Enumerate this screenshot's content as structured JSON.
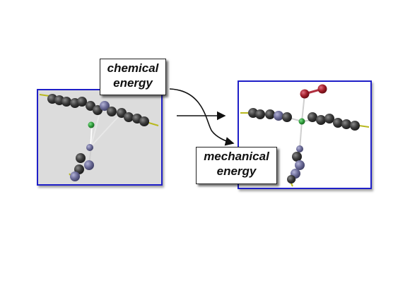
{
  "labels": {
    "chemical": {
      "line1": "chemical",
      "line2": "energy"
    },
    "mechanical": {
      "line1": "mechanical",
      "line2": "energy"
    }
  },
  "colors": {
    "panel_border": "#1f1fc8",
    "left_panel_bg": "#dcdcdc",
    "right_panel_bg": "#ffffff",
    "carbon": "#3a3a3a",
    "nitrogen": "#6a6a96",
    "metal": "#2e9a3a",
    "oxygen": "#a01c28",
    "hydrogen_stub": "#b8b81e"
  },
  "icons": {
    "left": "molecule-model-before",
    "right": "molecule-model-after-with-o2",
    "connector": "arrow-icon"
  }
}
